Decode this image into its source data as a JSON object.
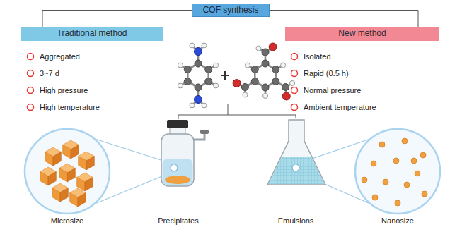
{
  "diagram": {
    "nodes": [
      {
        "text": [
          "COF synthesis"
        ]
      },
      {
        "text": [
          "Traditional method"
        ]
      },
      {
        "text": [
          "New method"
        ]
      }
    ],
    "edges": [
      {
        "from": 0,
        "to": 1,
        "arrow": "none"
      },
      {
        "from": 0,
        "to": 2,
        "arrow": "none"
      }
    ],
    "labels": [
      "Aggregated",
      "3~7 d",
      "High pressure",
      "High temperature",
      "Isolated",
      "Rapid (0.5 h)",
      "Normal pressure",
      "Ambient temperature",
      "Microsize",
      "Precipitates",
      "Emulsions",
      "Nanosize"
    ]
  }
}
